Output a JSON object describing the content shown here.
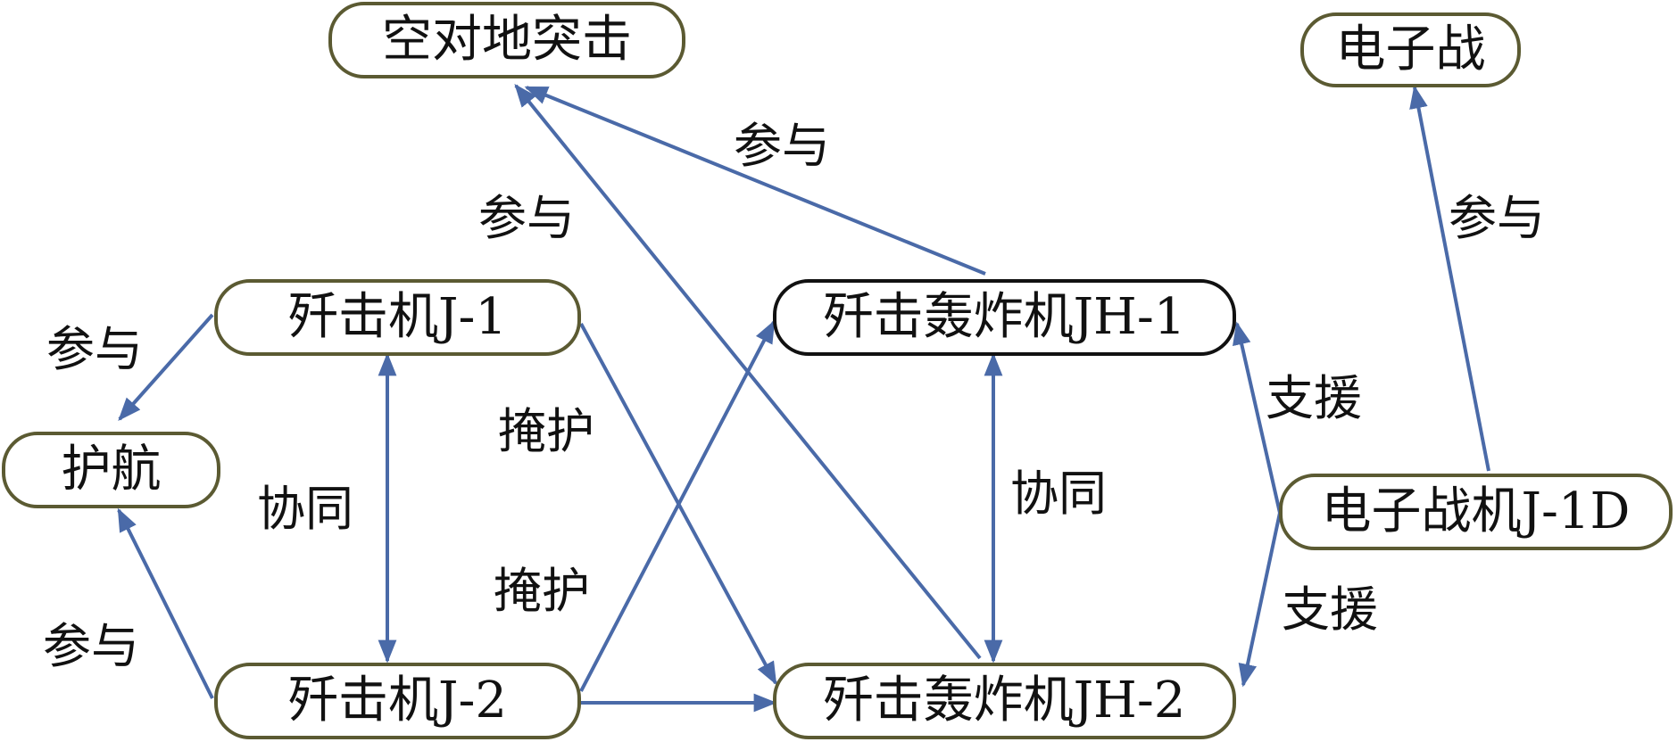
{
  "colors": {
    "arrow": "#4a6aa8",
    "node_border": "#5b5a32",
    "node_border_dark": "#111111"
  },
  "nodes": {
    "air_to_ground": "空对地突击",
    "electronic_warfare": "电子战",
    "fighter_j1": "歼击机J-1",
    "fighter_bomber_jh1": "歼击轰炸机JH-1",
    "escort": "护航",
    "ew_aircraft_j1d": "电子战机J-1D",
    "fighter_j2": "歼击机J-2",
    "fighter_bomber_jh2": "歼击轰炸机JH-2"
  },
  "edge_labels": {
    "participate": "参与",
    "cover": "掩护",
    "cooperate": "协同",
    "support": "支援"
  }
}
